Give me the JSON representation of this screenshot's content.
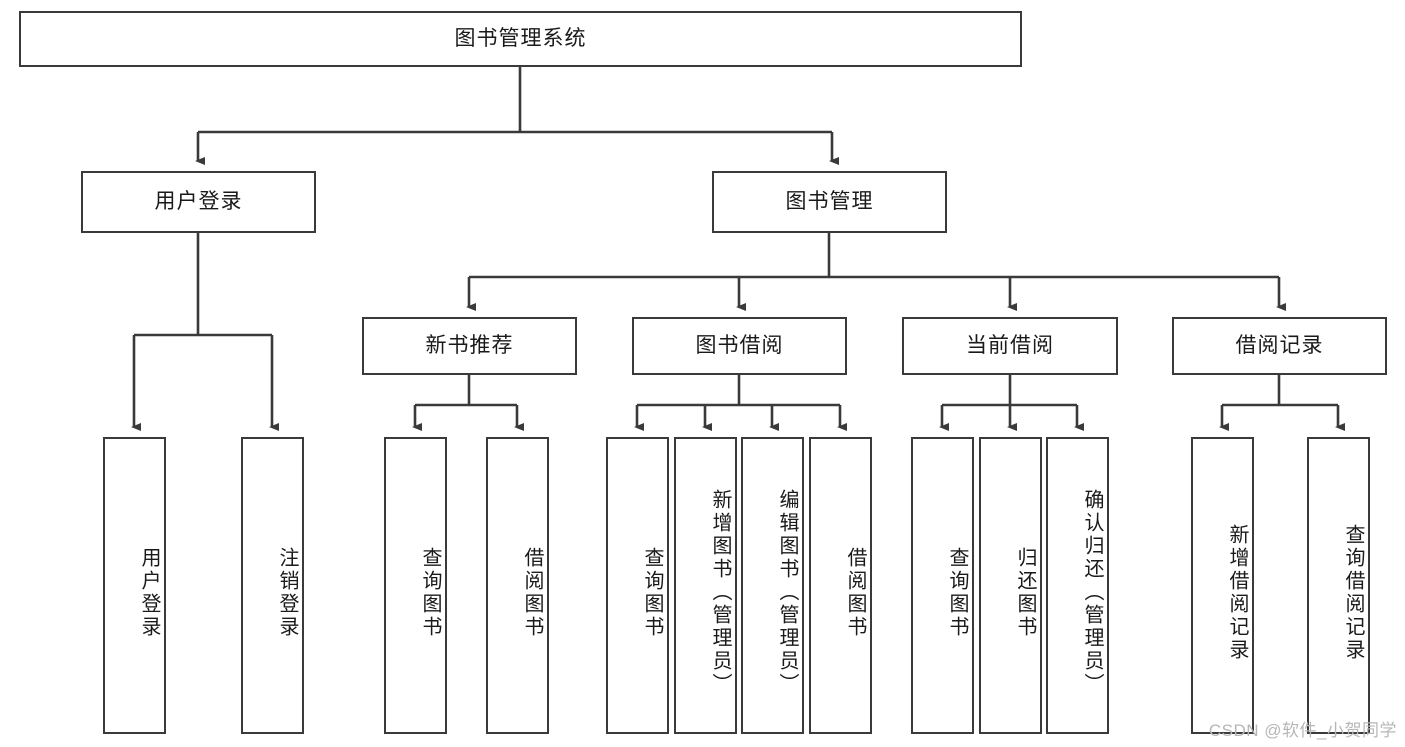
{
  "diagram": {
    "title": "图书管理系统",
    "type": "tree-hierarchy",
    "watermark": "CSDN @软件_小贺同学",
    "colors": {
      "box_border": "#3a3a3a",
      "box_fill": "#ffffff",
      "connector": "#3a3a3a",
      "text": "#1a1a1a",
      "watermark": "#b7b7b7"
    },
    "root": {
      "label": "图书管理系统"
    },
    "level2": [
      {
        "label": "用户登录"
      },
      {
        "label": "图书管理"
      }
    ],
    "level3": [
      {
        "label": "新书推荐"
      },
      {
        "label": "图书借阅"
      },
      {
        "label": "当前借阅"
      },
      {
        "label": "借阅记录"
      }
    ],
    "leaves": {
      "user_login": [
        {
          "label": "用户登录"
        },
        {
          "label": "注销登录"
        }
      ],
      "new_book_recommend": [
        {
          "label": "查询图书"
        },
        {
          "label": "借阅图书"
        }
      ],
      "book_borrow": [
        {
          "label": "查询图书"
        },
        {
          "label": "新增图书（管理员）"
        },
        {
          "label": "编辑图书（管理员）"
        },
        {
          "label": "借阅图书"
        }
      ],
      "current_borrow": [
        {
          "label": "查询图书"
        },
        {
          "label": "归还图书"
        },
        {
          "label": "确认归还（管理员）"
        }
      ],
      "borrow_record": [
        {
          "label": "新增借阅记录"
        },
        {
          "label": "查询借阅记录"
        }
      ]
    }
  }
}
